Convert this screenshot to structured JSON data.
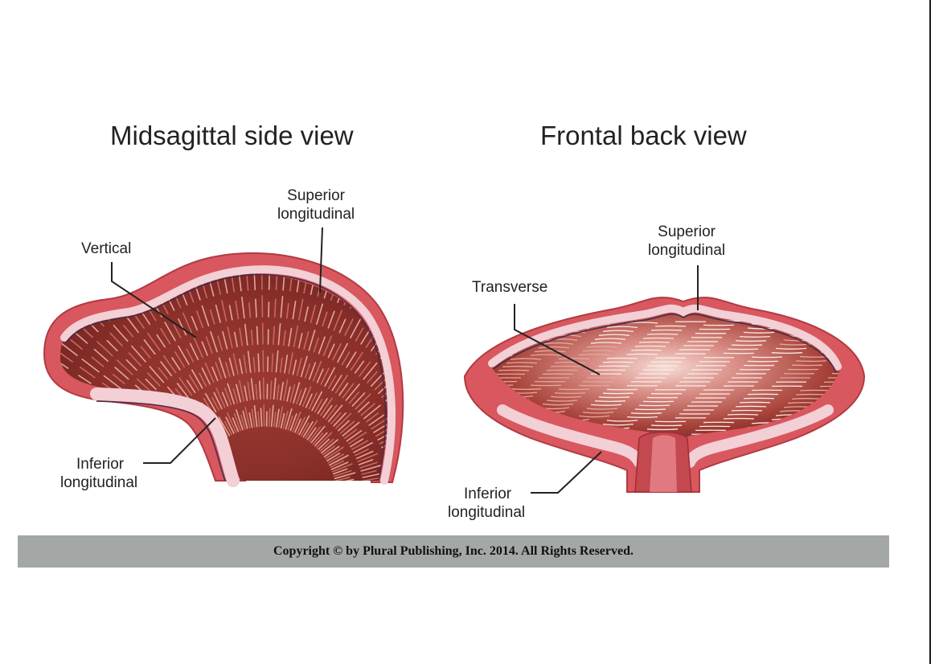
{
  "titles": {
    "side": "Midsagittal side view",
    "front": "Frontal back view"
  },
  "labels": {
    "side_superior": [
      "Superior",
      "longitudinal"
    ],
    "side_vertical": "Vertical",
    "side_inferior": [
      "Inferior",
      "longitudinal"
    ],
    "front_superior": [
      "Superior",
      "longitudinal"
    ],
    "front_transverse": "Transverse",
    "front_inferior": [
      "Inferior",
      "longitudinal"
    ]
  },
  "copyright": "Copyright © by Plural Publishing, Inc. 2014. All Rights Reserved.",
  "colors": {
    "outer_tissue": "#d9575e",
    "outer_edge": "#b23a42",
    "muscle_dark": "#7a2622",
    "muscle_mid": "#a8443b",
    "muscle_light": "#e9b4a8",
    "fiber_band": "#f3cfd6",
    "fiber_stroke": "#5a3a5a",
    "copyright_bar": "#a3a8a6"
  }
}
